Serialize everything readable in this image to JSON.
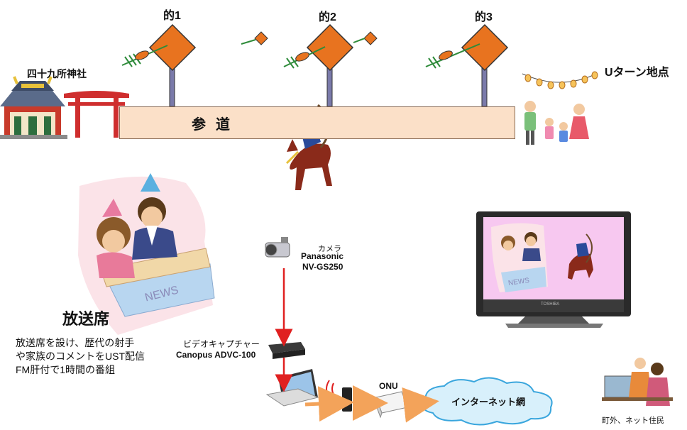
{
  "targets": [
    {
      "label": "的1"
    },
    {
      "label": "的2"
    },
    {
      "label": "的3"
    }
  ],
  "labels": {
    "shrine": "四十九所神社",
    "approach": "参道",
    "uturn": "Uターン地点",
    "broadcast_title": "放送席",
    "broadcast_desc": [
      "放送席を設け、歴代の射手",
      "や家族のコメントをUST配信",
      "FM肝付で1時間の番組"
    ],
    "news_sign": "NEWS",
    "tv_news_sign": "NEWS",
    "tv_brand": "TOSHIBA",
    "camera_kana": "カメラ",
    "camera_brand": "Panasonic",
    "camera_model": "NV-GS250",
    "capture_kana": "ビデオキャプチャー",
    "capture_model": "Canopus ADVC-100",
    "onu": "ONU",
    "internet": "インターネット網",
    "viewers": "町外、ネット住民"
  },
  "colors": {
    "target_fill": "#e8731f",
    "approach_fill": "#fbe0c8",
    "flow_arrow_red": "#e02020",
    "flow_arrow_orange": "#f3a35a",
    "cloud_fill": "#d8f0fb",
    "cloud_stroke": "#3aa6dd"
  }
}
